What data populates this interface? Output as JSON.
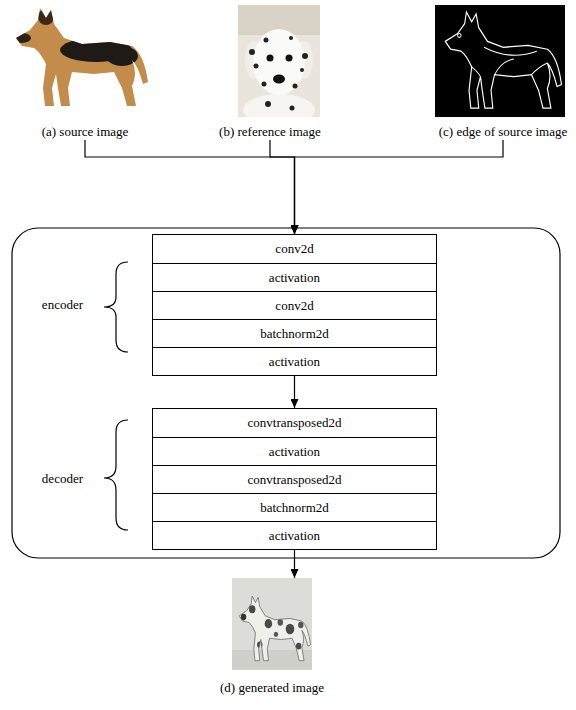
{
  "diagram": {
    "nodes": [
      {
        "text": [
          "(a) source image"
        ]
      },
      {
        "text": [
          "(b) reference image"
        ]
      },
      {
        "text": [
          "(c) edge of source image"
        ]
      },
      {
        "text": [
          "encoder"
        ]
      },
      {
        "text": [
          "conv2d"
        ],
        "in": 3
      },
      {
        "text": [
          "activation"
        ],
        "in": 3
      },
      {
        "text": [
          "conv2d"
        ],
        "in": 3
      },
      {
        "text": [
          "batchnorm2d"
        ],
        "in": 3
      },
      {
        "text": [
          "activation"
        ],
        "in": 3
      },
      {
        "text": [
          "decoder"
        ]
      },
      {
        "text": [
          "convtransposed2d"
        ],
        "in": 9
      },
      {
        "text": [
          "activation"
        ],
        "in": 9
      },
      {
        "text": [
          "convtransposed2d"
        ],
        "in": 9
      },
      {
        "text": [
          "batchnorm2d"
        ],
        "in": 9
      },
      {
        "text": [
          "activation"
        ],
        "in": 9
      },
      {
        "text": [
          "(d) generated image"
        ]
      }
    ],
    "edges": [
      {
        "from": 0,
        "to": 3,
        "arrow": "to"
      },
      {
        "from": 1,
        "to": 3,
        "arrow": "to"
      },
      {
        "from": 2,
        "to": 3,
        "arrow": "to"
      },
      {
        "from": 3,
        "to": 9,
        "arrow": "to"
      },
      {
        "from": 9,
        "to": 15,
        "arrow": "to"
      }
    ]
  }
}
